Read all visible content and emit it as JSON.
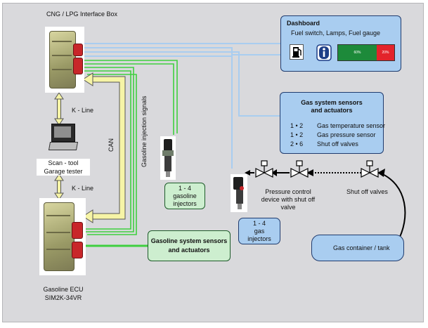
{
  "labels": {
    "interface_box": "CNG / LPG Interface Box",
    "k_line_top": "K - Line",
    "k_line_bottom": "K - Line",
    "can": "CAN",
    "gasoline_injection_signals": "Gasoline injection signals",
    "scan_tool_line1": "Scan - tool",
    "scan_tool_line2": "Garage tester",
    "gasoline_ecu_line1": "Gasoline ECU",
    "gasoline_ecu_line2": "SIM2K-34VR",
    "pressure_control_line1": "Pressure control",
    "pressure_control_line2": "device with shut off",
    "pressure_control_line3": "valve",
    "shut_off_valves": "Shut off valves"
  },
  "dashboard": {
    "title": "Dashboard",
    "subtitle": "Fuel switch,  Lamps,  Fuel gauge",
    "gauge_green_text": "60%",
    "gauge_red_text": "20%"
  },
  "gas_sensors": {
    "title_line1": "Gas system sensors",
    "title_line2": "and actuators",
    "items": [
      {
        "count": "1 •  2",
        "label": "Gas temperature sensor"
      },
      {
        "count": "1 •  2",
        "label": "Gas pressure sensor"
      },
      {
        "count": "2 •  6",
        "label": "Shut off valves"
      }
    ]
  },
  "gasoline_sensors": {
    "title_line1": "Gasoline system sensors",
    "title_line2": "and actuators"
  },
  "gasoline_injectors": {
    "line1": "1 - 4",
    "line2": "gasoline",
    "line3": "injectors"
  },
  "gas_injectors": {
    "line1": "1 - 4",
    "line2": "gas",
    "line3": "injectors"
  },
  "gas_container": {
    "label": "Gas container / tank"
  },
  "colors": {
    "panel_bg": "#d9d9dc",
    "blue_box": "#a9cdf0",
    "green_box": "#cdeecf",
    "can_arrow": "#f6f4a6",
    "signal_green": "#3fcf3f",
    "signal_blue": "#a9cdf0"
  }
}
